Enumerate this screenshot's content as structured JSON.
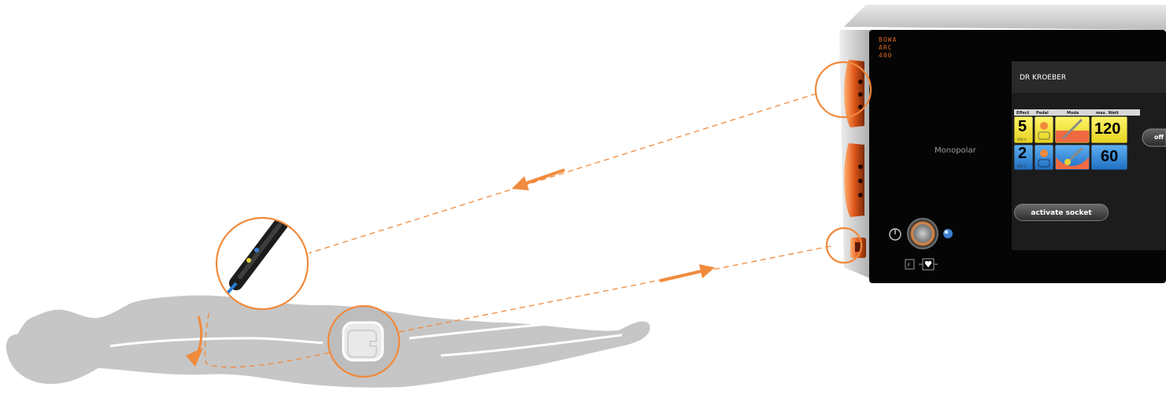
{
  "device": {
    "brand_lines": [
      "BOWA",
      "ARC",
      "400"
    ],
    "mode_label": "Monopolar",
    "screen": {
      "profile_name": "DR KROEBER",
      "column_headers": [
        "Effect",
        "Pedal",
        "Mode",
        "max. Watt"
      ],
      "rows": [
        {
          "effect": "5",
          "effect_sub": "650 V",
          "max_watt": "120",
          "color": "yellow"
        },
        {
          "effect": "2",
          "effect_sub": "250 V",
          "max_watt": "60",
          "color": "blue"
        }
      ],
      "off_label": "off",
      "activate_label": "activate socket"
    }
  },
  "colors": {
    "accent": "#f08a3c",
    "silhouette": "#c6c6c6",
    "tile_yellow": "#f2ec3a",
    "tile_blue": "#2f86d8",
    "device_face": "#050505",
    "screen": "#1c1c1c"
  },
  "icons": [
    "electrode-pen-icon",
    "neutral-electrode-pad-icon",
    "power-icon",
    "power-knob-icon",
    "globe-icon",
    "footswitch-icon",
    "heart-defib-icon"
  ]
}
